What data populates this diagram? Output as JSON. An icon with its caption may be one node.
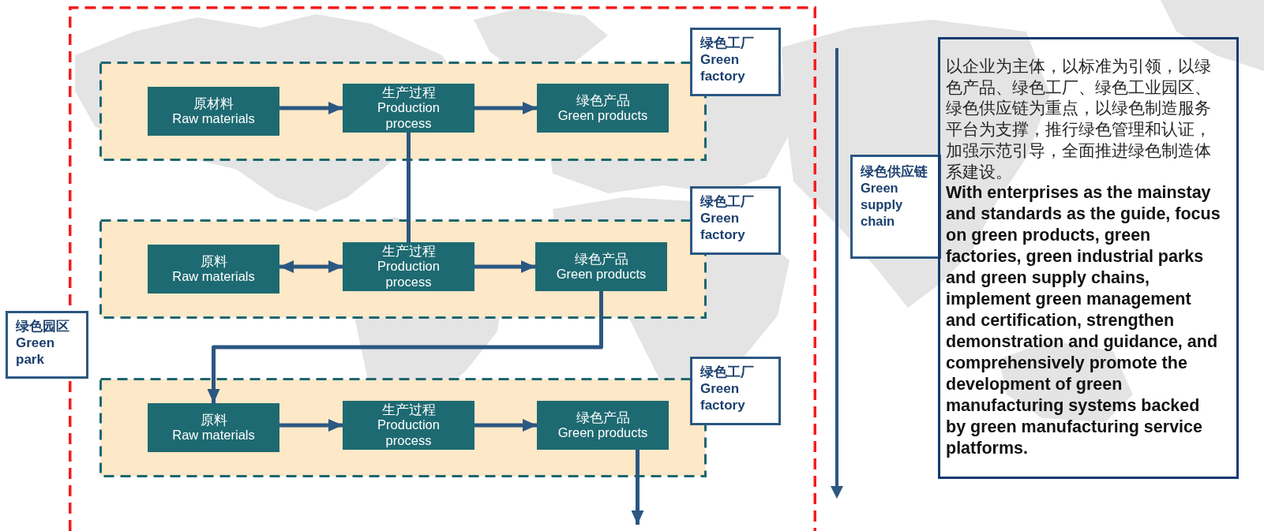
{
  "diagram": {
    "nodes": [
      {
        "text": [
          "绿色园区",
          "Green park"
        ]
      },
      {
        "text": [
          "绿色工厂",
          "Green factory"
        ],
        "in": 0
      },
      {
        "text": [
          "原材料",
          "Raw materials"
        ],
        "in": 1
      },
      {
        "text": [
          "生产过程",
          "Production process"
        ],
        "in": 1
      },
      {
        "text": [
          "绿色产品",
          "Green products"
        ],
        "in": 1
      },
      {
        "text": [
          "绿色工厂",
          "Green factory"
        ],
        "in": 0
      },
      {
        "text": [
          "原料",
          "Raw materials"
        ],
        "in": 5
      },
      {
        "text": [
          "生产过程",
          "Production process"
        ],
        "in": 5
      },
      {
        "text": [
          "绿色产品",
          "Green products"
        ],
        "in": 5
      },
      {
        "text": [
          "绿色工厂",
          "Green factory"
        ],
        "in": 0
      },
      {
        "text": [
          "原料",
          "Raw materials"
        ],
        "in": 9
      },
      {
        "text": [
          "生产过程",
          "Production process"
        ],
        "in": 9
      },
      {
        "text": [
          "绿色产品",
          "Green products"
        ],
        "in": 9
      },
      {
        "text": [
          "绿色供应链",
          "Green supply chain"
        ]
      },
      {
        "text": [
          "以企业为主体，以标准为引领，以绿色产品、绿色工厂、绿色工业园区、绿色供应链为重点，以绿色制造服务平台为支撑，推行绿色管理和认证，加强示范引导，全面推进绿色制造体系建设。",
          "With enterprises as the mainstay and standards as the guide, focus on green products, green factories, green industrial parks and green supply chains, implement green management and certification, strengthen demonstration and guidance, and comprehensively promote the development of green manufacturing systems backed by green manufacturing service platforms."
        ]
      }
    ],
    "edges": [
      {
        "from": 2,
        "to": 3,
        "arrow": "to"
      },
      {
        "from": 3,
        "to": 4,
        "arrow": "to"
      },
      {
        "from": 3,
        "to": 7,
        "arrow": "none"
      },
      {
        "from": 6,
        "to": 7,
        "arrow": "both"
      },
      {
        "from": 7,
        "to": 8,
        "arrow": "to"
      },
      {
        "from": 8,
        "to": 10,
        "arrow": "to"
      },
      {
        "from": 10,
        "to": 11,
        "arrow": "to"
      },
      {
        "from": 11,
        "to": 12,
        "arrow": "to"
      },
      {
        "from": 12,
        "to": null,
        "arrow": "to"
      }
    ]
  }
}
